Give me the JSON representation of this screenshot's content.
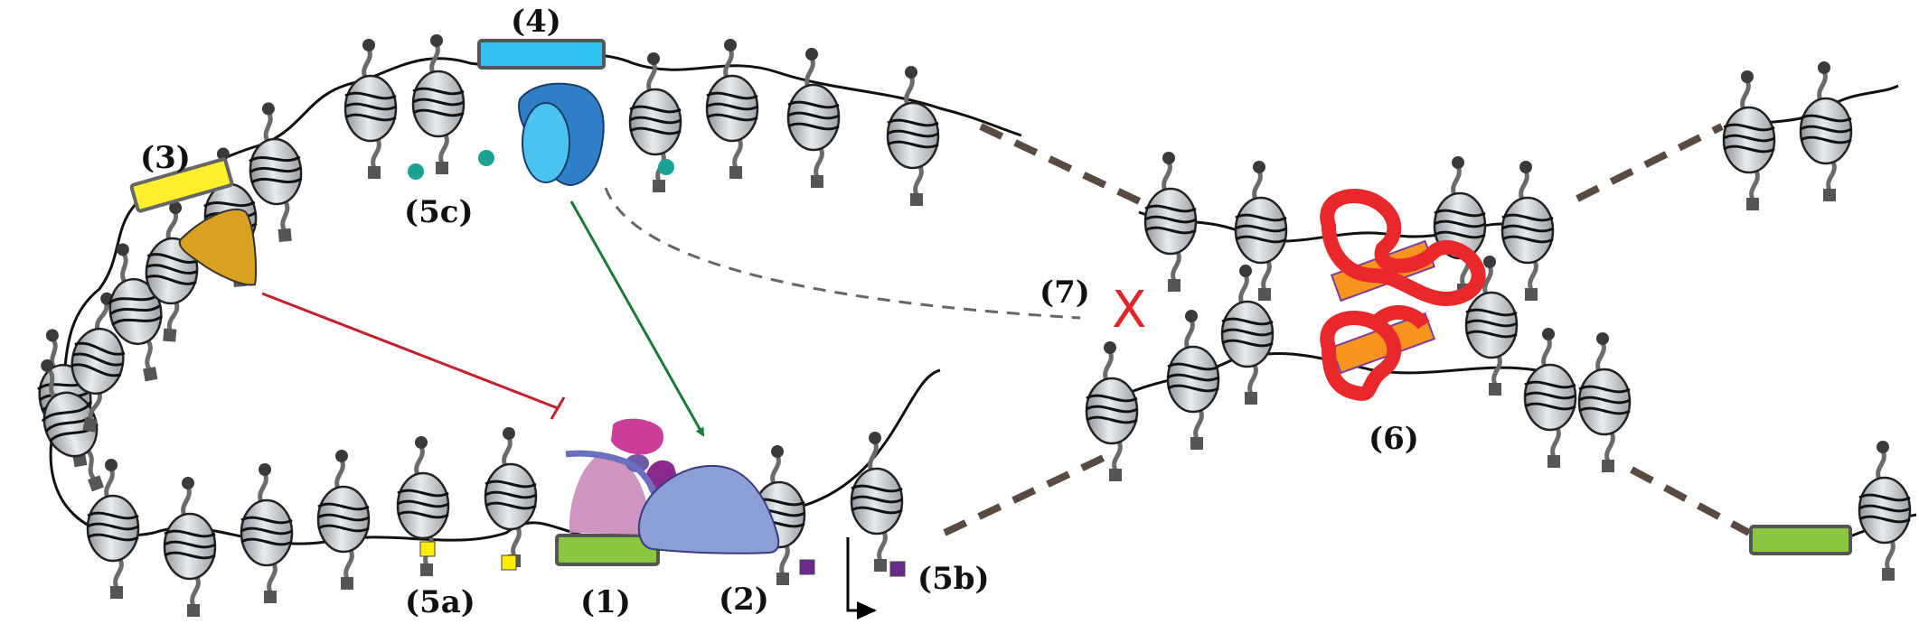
{
  "labels": {
    "l1": "(1)",
    "l2": "(2)",
    "l3": "(3)",
    "l4": "(4)",
    "l5a": "(5a)",
    "l5b": "(5b)",
    "l5c": "(5c)",
    "l6": "(6)",
    "l7": "(7)",
    "x": "X"
  },
  "colors": {
    "dna": "#111111",
    "linker": "#5a4a42",
    "nucleosome_fill": "#c9ced3",
    "nucleosome_stroke": "#222222",
    "tail": "#6b6b6b",
    "mark_dark": "#3a3a3a",
    "mark_teal": "#1aa394",
    "mark_yellow": "#ffee00",
    "mark_purple": "#6a2a8c",
    "mark_square_dark": "#555555",
    "green_element": "#8cc63f",
    "yellow_element": "#ffef2e",
    "blue_element": "#33c1f0",
    "activator_blue": "#2f7fc6",
    "activator_lightblue": "#4cc3ef",
    "repressor_gold": "#d9a11f",
    "polymerase_blue": "#8b9fd6",
    "mediator_pink": "#c98ab9",
    "mediator_magenta": "#cc3d9a",
    "mediator_purple": "#8a2a8a",
    "insulator_red": "#e8282b",
    "insulator_orange": "#f7941d",
    "arrow_green": "#1a7a3a",
    "inhibit_red": "#c41f2c",
    "dashed_gray": "#666666"
  },
  "icons": [
    "nucleosome-icon",
    "histone-tail-icon",
    "transcription-start-arrow-icon"
  ]
}
